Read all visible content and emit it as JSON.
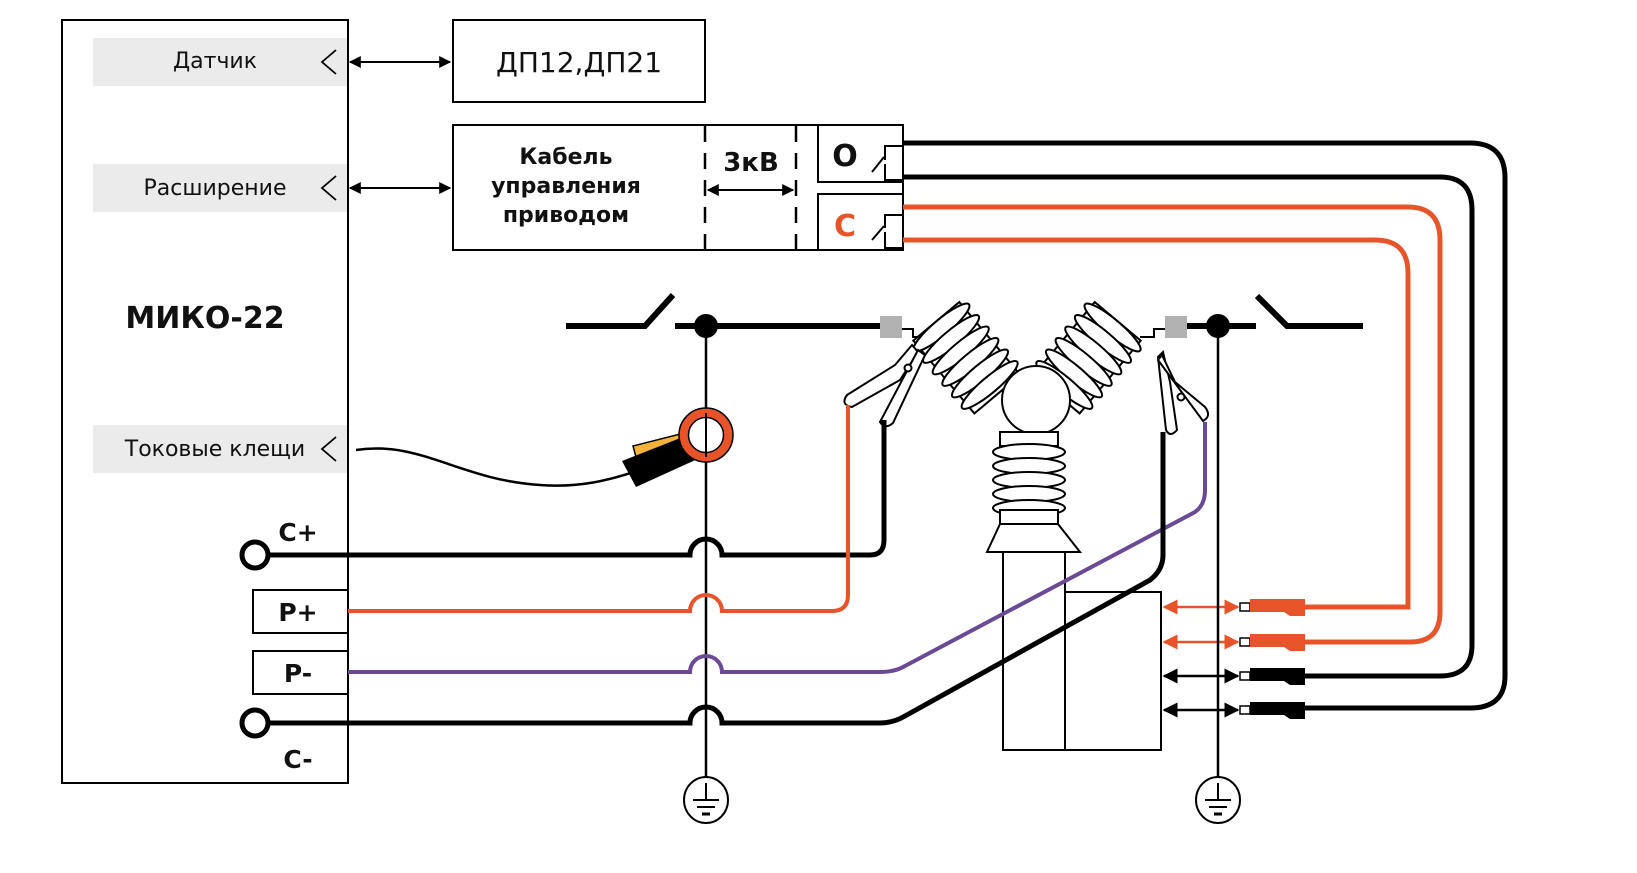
{
  "device": {
    "name": "МИКО-22",
    "ports": {
      "sensor": "Датчик",
      "expansion": "Расширение",
      "current_clamps": "Токовые клещи"
    },
    "terminals": {
      "c_plus": "C+",
      "p_plus": "P+",
      "p_minus": "P-",
      "c_minus": "C-"
    }
  },
  "sensor_box": {
    "label": "ДП12,ДП21"
  },
  "control_cable": {
    "line1": "Кабель",
    "line2": "управления",
    "line3": "приводом",
    "voltage": "3кВ",
    "contact_open": "O",
    "contact_close": "C"
  },
  "colors": {
    "black": "#000000",
    "orange": "#e8542a",
    "purple": "#6a4a94",
    "port_bg": "#ebebeb",
    "clamp_yellow": "#f7b23b",
    "terminal_gray": "#b1b1b1"
  }
}
